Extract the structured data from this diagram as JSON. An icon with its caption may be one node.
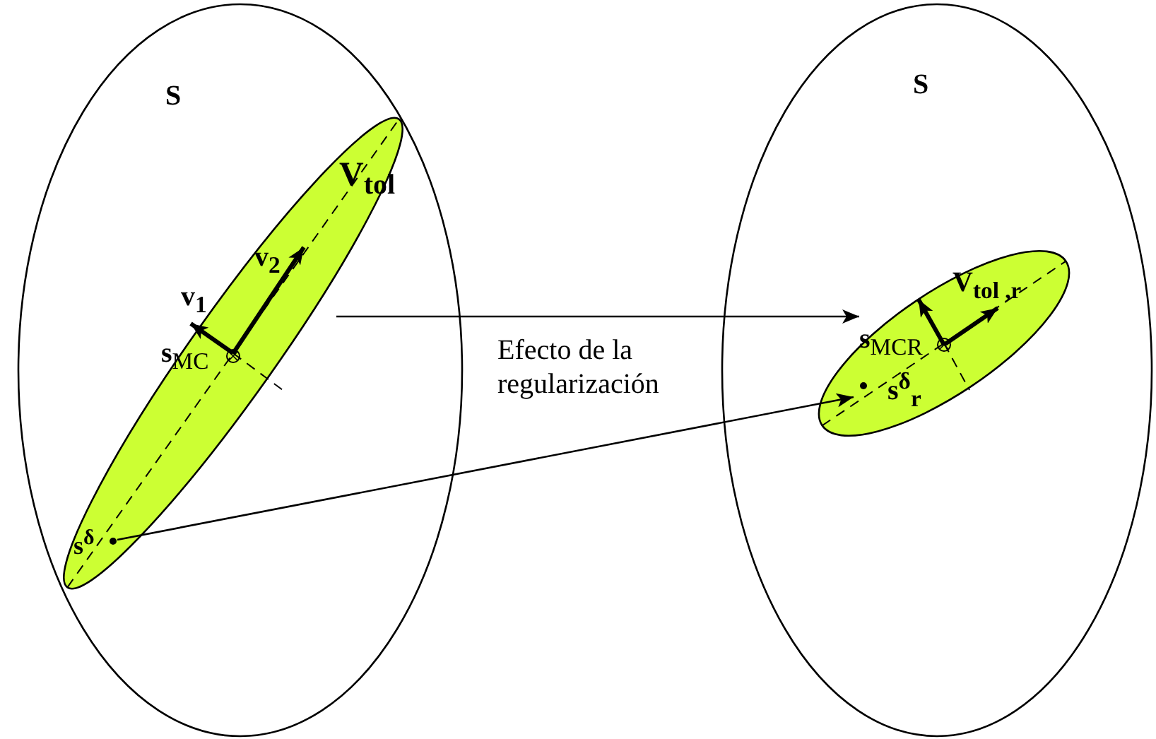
{
  "diagram": {
    "nodes": [
      {
        "text": [
          "S"
        ]
      },
      {
        "text": [
          "V$_{tol}$"
        ],
        "in": 0
      },
      {
        "text": [
          "s$^{δ}$"
        ],
        "in": 1
      },
      {
        "text": [
          "S"
        ]
      },
      {
        "text": [
          "V$_{tol ,r}$"
        ],
        "in": 3
      },
      {
        "text": [
          "s$^{δ}$$_{r}$"
        ],
        "in": 4
      }
    ],
    "edges": [
      {
        "from": 1,
        "to": 4,
        "arrow": "to",
        "label": "Efecto de la regularización"
      },
      {
        "from": 2,
        "to": 5,
        "arrow": "to"
      }
    ],
    "labels": [
      "v$_{2}$",
      "v$_{1}$",
      "**s**$_{MC}$",
      "**s**$_{MCR}$"
    ]
  }
}
